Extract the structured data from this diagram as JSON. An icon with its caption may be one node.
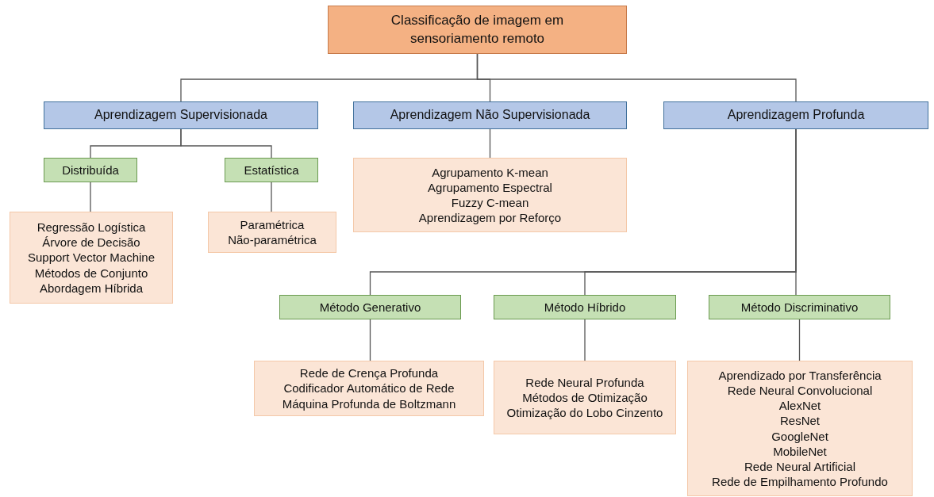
{
  "diagram": {
    "nodes": [
      {
        "text": [
          "Classificação de imagem em sensoriamento remoto"
        ]
      },
      {
        "text": [
          "Aprendizagem Supervisionada"
        ]
      },
      {
        "text": [
          "Aprendizagem Não Supervisionada"
        ]
      },
      {
        "text": [
          "Aprendizagem Profunda"
        ]
      },
      {
        "text": [
          "Distribuída"
        ]
      },
      {
        "text": [
          "Estatística"
        ]
      },
      {
        "text": [
          "Regressão Logística",
          "Árvore de Decisão",
          "Support Vector Machine",
          "Métodos de Conjunto",
          "Abordagem Híbrida"
        ]
      },
      {
        "text": [
          "Paramétrica",
          "Não-paramétrica"
        ]
      },
      {
        "text": [
          "Agrupamento K-mean",
          "Agrupamento Espectral",
          "Fuzzy C-mean",
          "Aprendizagem por Reforço"
        ]
      },
      {
        "text": [
          "Método Generativo"
        ]
      },
      {
        "text": [
          "Método Híbrido"
        ]
      },
      {
        "text": [
          "Método Discriminativo"
        ]
      },
      {
        "text": [
          "Rede de Crença Profunda",
          "Codificador Automático de Rede",
          "Máquina Profunda de Boltzmann"
        ]
      },
      {
        "text": [
          "Rede Neural Profunda",
          "Métodos de Otimização",
          "Otimização do Lobo Cinzento"
        ]
      },
      {
        "text": [
          "Aprendizado por Transferência",
          "Rede Neural Convolucional",
          "AlexNet",
          "ResNet",
          "GoogleNet",
          "MobileNet",
          "Rede Neural Artificial",
          "Rede de Empilhamento Profundo"
        ]
      }
    ],
    "edges": [
      {
        "from": 0,
        "to": 1,
        "arrow": "none"
      },
      {
        "from": 0,
        "to": 2,
        "arrow": "none"
      },
      {
        "from": 0,
        "to": 3,
        "arrow": "none"
      },
      {
        "from": 1,
        "to": 4,
        "arrow": "none"
      },
      {
        "from": 1,
        "to": 5,
        "arrow": "none"
      },
      {
        "from": 4,
        "to": 6,
        "arrow": "none"
      },
      {
        "from": 5,
        "to": 7,
        "arrow": "none"
      },
      {
        "from": 2,
        "to": 8,
        "arrow": "none"
      },
      {
        "from": 3,
        "to": 9,
        "arrow": "none"
      },
      {
        "from": 3,
        "to": 10,
        "arrow": "none"
      },
      {
        "from": 3,
        "to": 11,
        "arrow": "none"
      },
      {
        "from": 9,
        "to": 12,
        "arrow": "none"
      },
      {
        "from": 10,
        "to": 13,
        "arrow": "none"
      },
      {
        "from": 11,
        "to": 14,
        "arrow": "none"
      }
    ]
  }
}
